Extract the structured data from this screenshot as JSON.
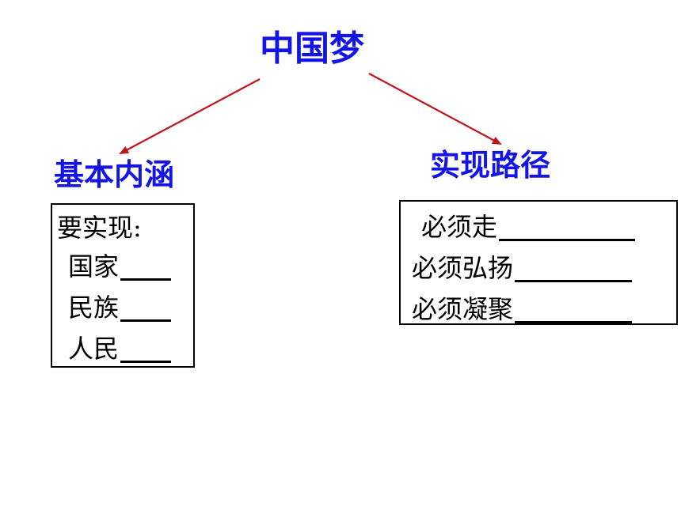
{
  "diagram": {
    "title": "中国梦",
    "left_branch": {
      "heading": "基本内涵",
      "intro": "要实现:",
      "items": [
        "国家",
        "民族",
        "人民"
      ]
    },
    "right_branch": {
      "heading": "实现路径",
      "items": [
        "必须走",
        "必须弘扬",
        "必须凝聚"
      ]
    }
  },
  "colors": {
    "heading": "#1414e6",
    "arrow": "#c0141e",
    "text": "#000000"
  }
}
